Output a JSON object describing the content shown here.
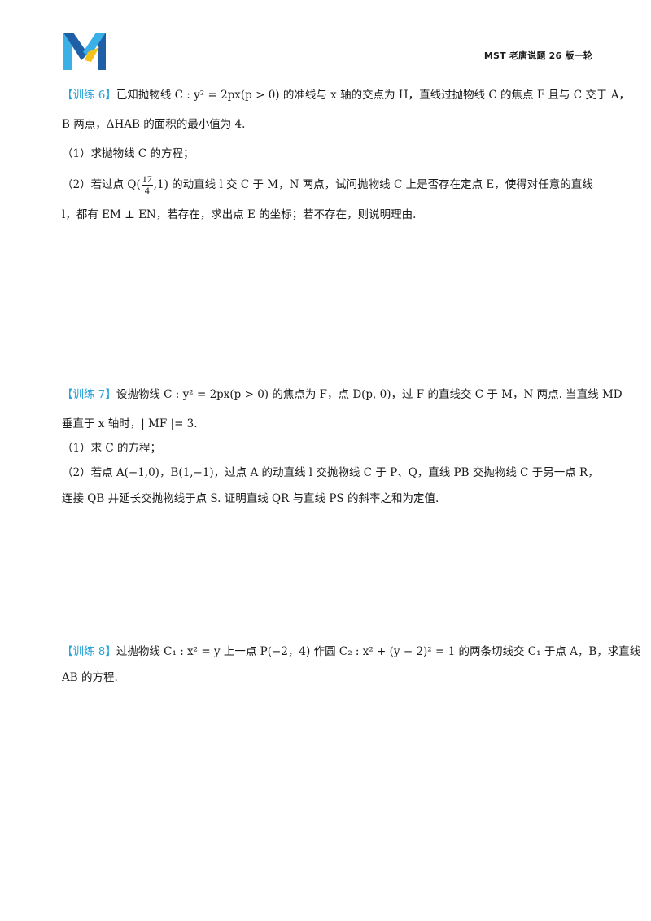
{
  "header": {
    "brand_text": "MST 老唐说题 26 版一轮"
  },
  "problems": {
    "p6": {
      "tag": "【训练 6】",
      "line1": "已知抛物线 C : y² = 2px(p > 0) 的准线与 x 轴的交点为 H，直线过抛物线 C 的焦点 F 且与 C 交于 A，",
      "line2": "B 两点，ΔHAB 的面积的最小值为 4.",
      "q1": "（1）求抛物线 C 的方程；",
      "q2_before": "（2）若过点 Q(",
      "q2_frac_num": "17",
      "q2_frac_den": "4",
      "q2_after": ",1) 的动直线 l 交 C 于 M，N 两点，试问抛物线 C 上是否存在定点 E，使得对任意的直线",
      "q2_line2": "l，都有 EM ⊥ EN，若存在，求出点 E 的坐标；若不存在，则说明理由."
    },
    "p7": {
      "tag": "【训练 7】",
      "line1": "设抛物线 C : y² = 2px(p > 0) 的焦点为 F，点 D(p, 0)，过 F 的直线交 C 于 M，N 两点. 当直线 MD",
      "line2": "垂直于 x 轴时，| MF |= 3.",
      "q1": "（1）求 C 的方程；",
      "q2": "（2）若点 A(−1,0)，B(1,−1)，过点 A 的动直线 l 交抛物线 C 于 P、Q，直线 PB 交抛物线 C 于另一点 R，",
      "q2_line2": "连接 QB 并延长交抛物线于点 S. 证明直线 QR 与直线 PS 的斜率之和为定值."
    },
    "p8": {
      "tag": "【训练 8】",
      "line1": "过抛物线 C₁ : x² = y 上一点 P(−2，4) 作圆 C₂ : x² + (y − 2)² = 1 的两条切线交 C₁ 于点 A，B，求直线",
      "line2": "AB 的方程."
    }
  },
  "colors": {
    "accent": "#2aa3d8",
    "logo_dark": "#1f5fa8",
    "logo_light": "#3bb0e6",
    "logo_yellow": "#f2c21b"
  },
  "icons": {
    "logo": "mst-logo-icon"
  }
}
